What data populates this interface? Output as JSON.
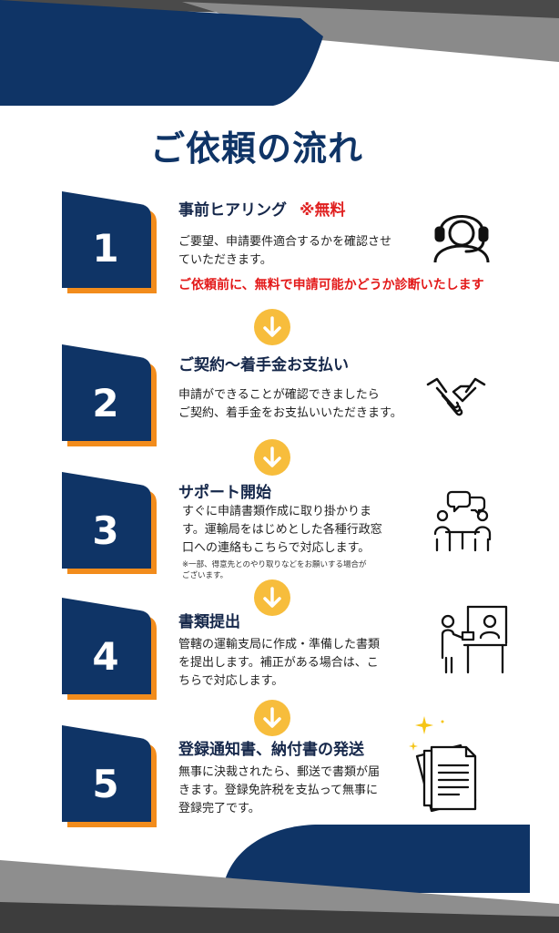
{
  "page": {
    "title": "ご依頼の流れ"
  },
  "colors": {
    "navy": "#0f3466",
    "orange": "#f28c1c",
    "yellow": "#f7bd3c",
    "red": "#e31919"
  },
  "steps": [
    {
      "number": "1",
      "title": "事前ヒアリング",
      "badge": "※無料",
      "description_lines": [
        "ご要望、申請要件適合するかを確認させ",
        "ていただきます。"
      ],
      "highlight": "ご依頼前に、無料で申請可能かどうか診断いたします",
      "icon": "headset-operator-icon"
    },
    {
      "number": "2",
      "title": "ご契約〜着手金お支払い",
      "description_lines": [
        "申請ができることが確認できましたら",
        "ご契約、着手金をお支払いいただきます。"
      ],
      "icon": "handshake-icon"
    },
    {
      "number": "3",
      "title": "サポート開始",
      "description_lines": [
        "すぐに申請書類作成に取り掛かりま",
        "す。運輸局をはじめとした各種行政窓",
        "口への連絡もこちらで対応します。"
      ],
      "note_lines": [
        "※一部、得意先とのやり取りなどをお願いする場合が",
        "ございます。"
      ],
      "icon": "meeting-icon"
    },
    {
      "number": "4",
      "title": "書類提出",
      "description_lines": [
        "管轄の運輸支局に作成・準備した書類",
        "を提出します。補正がある場合は、こ",
        "ちらで対応します。"
      ],
      "icon": "counter-submission-icon"
    },
    {
      "number": "5",
      "title": "登録通知書、納付書の発送",
      "description_lines": [
        "無事に決裁されたら、郵送で書類が届",
        "きます。登録免許税を支払って無事に",
        "登録完了です。"
      ],
      "icon": "documents-icon"
    }
  ]
}
